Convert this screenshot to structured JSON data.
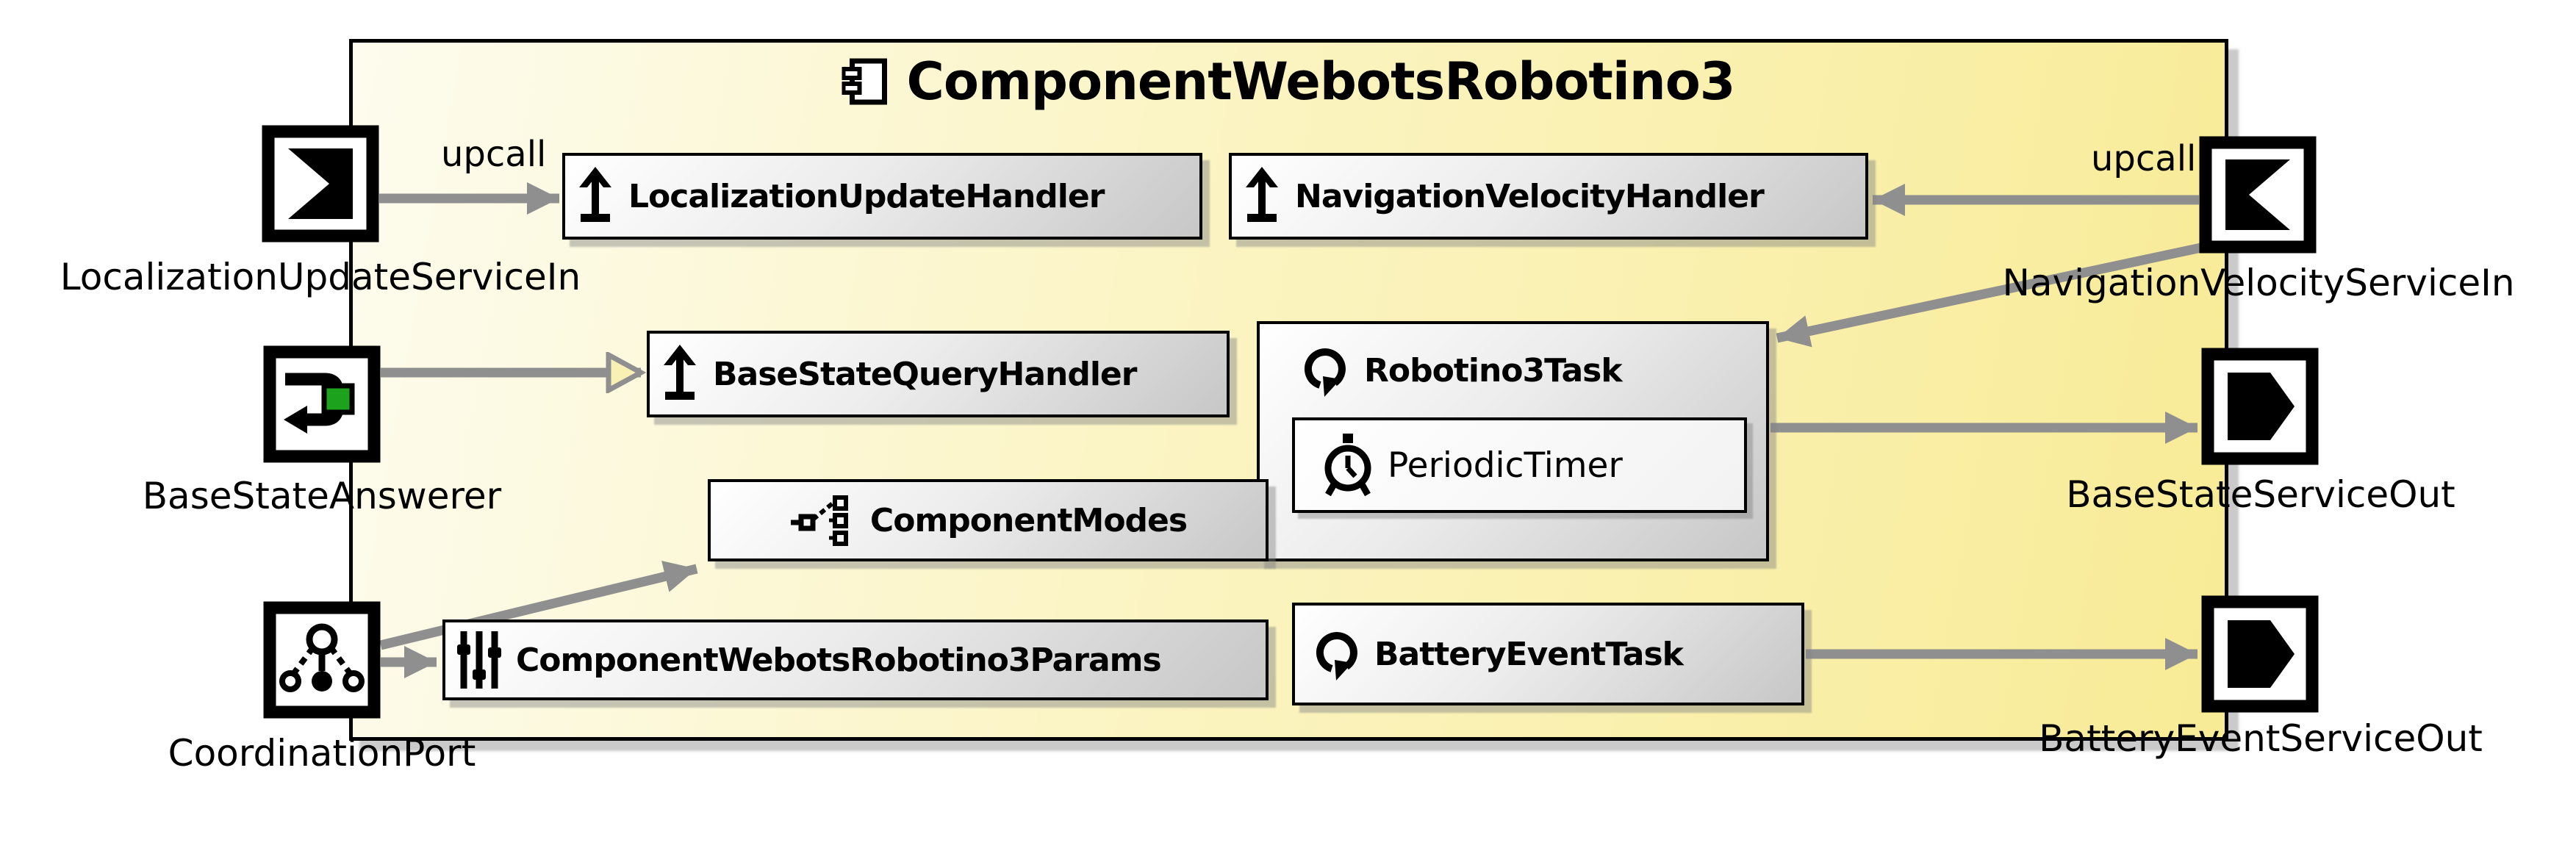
{
  "component": {
    "title": "ComponentWebotsRobotino3"
  },
  "connections": {
    "upcall_left": "upcall",
    "upcall_right": "upcall"
  },
  "ports": {
    "left": [
      {
        "name": "LocalizationUpdateServiceIn",
        "kind": "service-in"
      },
      {
        "name": "BaseStateAnswerer",
        "kind": "answerer"
      },
      {
        "name": "CoordinationPort",
        "kind": "coordination"
      }
    ],
    "right": [
      {
        "name": "NavigationVelocityServiceIn",
        "kind": "service-in"
      },
      {
        "name": "BaseStateServiceOut",
        "kind": "service-out"
      },
      {
        "name": "BatteryEventServiceOut",
        "kind": "service-out"
      }
    ]
  },
  "elements": {
    "localization_update_handler": "LocalizationUpdateHandler",
    "navigation_velocity_handler": "NavigationVelocityHandler",
    "base_state_query_handler": "BaseStateQueryHandler",
    "robotino3_task": "Robotino3Task",
    "periodic_timer": "PeriodicTimer",
    "component_modes": "ComponentModes",
    "component_params": "ComponentWebotsRobotino3Params",
    "battery_event_task": "BatteryEventTask"
  },
  "colors": {
    "frame_yellow": "#f8eb96",
    "box_gray": "#c7c7c7",
    "arrow_gray": "#8f8f8f",
    "answerer_green": "#1ca21c",
    "border_black": "#000000"
  }
}
